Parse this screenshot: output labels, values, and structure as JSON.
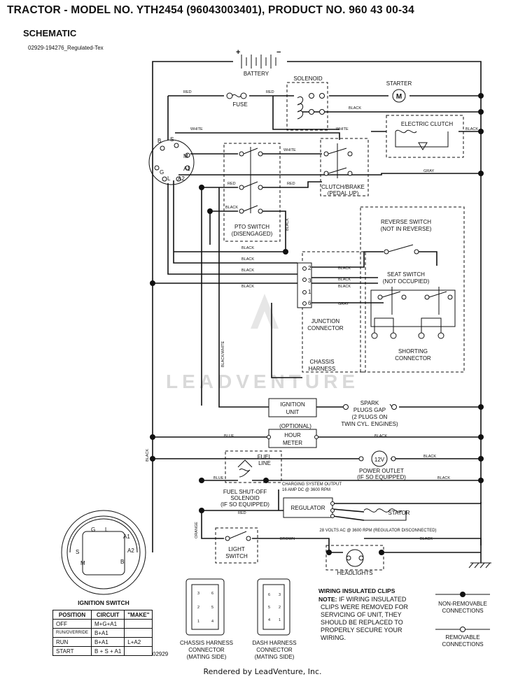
{
  "header": {
    "title": "TRACTOR - MODEL NO. YTH2454 (96043003401), PRODUCT NO. 960 43 00-34",
    "subtitle": "SCHEMATIC",
    "doc_ref": "02929-194276_Regulated-Tex"
  },
  "components": {
    "battery": "BATTERY",
    "battery_plus": "+",
    "battery_minus": "−",
    "solenoid": "SOLENOID",
    "starter": "STARTER",
    "motor": "M",
    "fuse": "FUSE",
    "electric_clutch": "ELECTRIC CLUTCH",
    "clutch_brake_1": "CLUTCH/BRAKE",
    "clutch_brake_2": "(PEDAL UP)",
    "pto_1": "PTO SWITCH",
    "pto_2": "(DISENGAGED)",
    "reverse_1": "REVERSE SWITCH",
    "reverse_2": "(NOT IN REVERSE)",
    "seat_1": "SEAT SWITCH",
    "seat_2": "(NOT OCCUPIED)",
    "junction_1": "JUNCTION",
    "junction_2": "CONNECTOR",
    "shorting_1": "SHORTING",
    "shorting_2": "CONNECTOR",
    "chassis_1": "CHASSIS",
    "chassis_2": "HARNESS",
    "ignition_unit_1": "IGNITION",
    "ignition_unit_2": "UNIT",
    "spark_1": "SPARK",
    "spark_2": "PLUGS GAP",
    "spark_3": "(2 PLUGS ON",
    "spark_4": "TWIN CYL. ENGINES)",
    "optional": "(OPTIONAL)",
    "hour_1": "HOUR",
    "hour_2": "METER",
    "fuel_1": "FUEL",
    "fuel_2": "LINE",
    "outlet_v": "12V",
    "outlet_1": "POWER OUTLET",
    "outlet_2": "(IF SO EQUIPPED)",
    "fso_1": "FUEL SHUT-OFF",
    "fso_2": "SOLENOID",
    "fso_3": "(IF SO EQUIPPED)",
    "charging_1": "CHARGING SYSTEM OUTPUT",
    "charging_2": "16 AMP DC @ 3600 RPM",
    "regulator": "REGULATOR",
    "stator": "STATOR",
    "stator_note": "28 VOLTS AC @ 3600 RPM (REGULATOR DISCONNECTED)",
    "light_1": "LIGHT",
    "light_2": "SWITCH",
    "headlights": "HEADLIGHTS",
    "junction_pins": [
      "2",
      "3",
      "1",
      "6"
    ]
  },
  "wire_colors": {
    "red": "RED",
    "black": "BLACK",
    "white": "WHITE",
    "gray": "GRAY",
    "blue": "BLUE",
    "brown": "BROWN",
    "orange": "ORANGE",
    "black_white": "BLACK/WHITE"
  },
  "ignition_switch": {
    "title": "IGNITION SWITCH",
    "terminals": {
      "b": "B",
      "s": "S",
      "m": "M",
      "g": "G",
      "l": "L",
      "a1": "A1",
      "a2": "A2"
    },
    "table": {
      "headers": [
        "POSITION",
        "CIRCUIT",
        "\"MAKE\""
      ],
      "rows": [
        {
          "position": "OFF",
          "circuit": "M+G+A1",
          "make": ""
        },
        {
          "position": "RUN/OVERRIDE",
          "circuit": "B+A1",
          "make": ""
        },
        {
          "position": "RUN",
          "circuit": "B+A1",
          "make": "L+A2"
        },
        {
          "position": "START",
          "circuit": "B + S + A1",
          "make": ""
        }
      ]
    },
    "code": "02929"
  },
  "connectors": {
    "chassis_label_1": "CHASSIS HARNESS",
    "chassis_label_2": "CONNECTOR",
    "chassis_label_3": "(MATING SIDE)",
    "dash_label_1": "DASH HARNESS",
    "dash_label_2": "CONNECTOR",
    "dash_label_3": "(MATING SIDE)",
    "chassis_pins": [
      "3",
      "6",
      "2",
      "5",
      "1",
      "4"
    ],
    "dash_pins": [
      "6",
      "3",
      "5",
      "2",
      "4",
      "1"
    ]
  },
  "notes": {
    "clips_title": "WIRING INSULATED CLIPS",
    "note_label": "NOTE:",
    "note_lines": [
      "IF WIRING INSULATED",
      "CLIPS WERE REMOVED FOR",
      "SERVICING OF UNIT, THEY",
      "SHOULD BE REPLACED TO",
      "PROPERLY SECURE YOUR",
      "WIRING."
    ]
  },
  "legend": {
    "non_removable_1": "NON-REMOVABLE",
    "non_removable_2": "CONNECTIONS",
    "removable_1": "REMOVABLE",
    "removable_2": "CONNECTIONS"
  },
  "watermark": "LEADVENTURE",
  "footer": "Rendered by LeadVenture, Inc."
}
